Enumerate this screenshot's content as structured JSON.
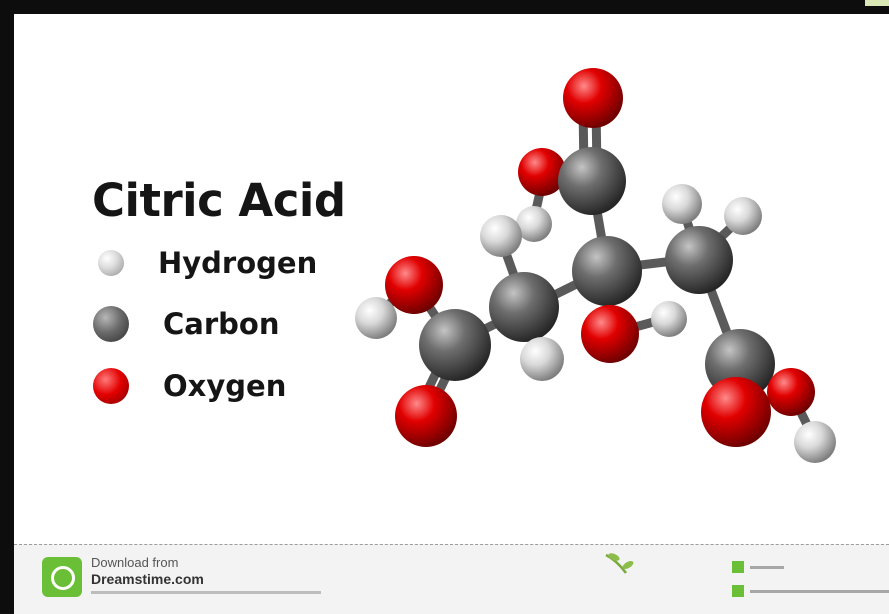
{
  "title": "Citric Acid",
  "legend": [
    {
      "label": "Hydrogen",
      "color": "#d8d8d8"
    },
    {
      "label": "Carbon",
      "color": "#666666"
    },
    {
      "label": "Oxygen",
      "color": "#e30000"
    }
  ],
  "footer": {
    "download_text": "Download from",
    "site_name": "Dreamstime.com"
  },
  "colors": {
    "hydrogen": "#d8d8d8",
    "carbon": "#666666",
    "oxygen": "#e30000",
    "dreamstime_green": "#6bbf36"
  },
  "icons": [
    "dreamstime-logo-icon",
    "leaf-sprig-icon",
    "image-id-icon",
    "author-icon"
  ]
}
